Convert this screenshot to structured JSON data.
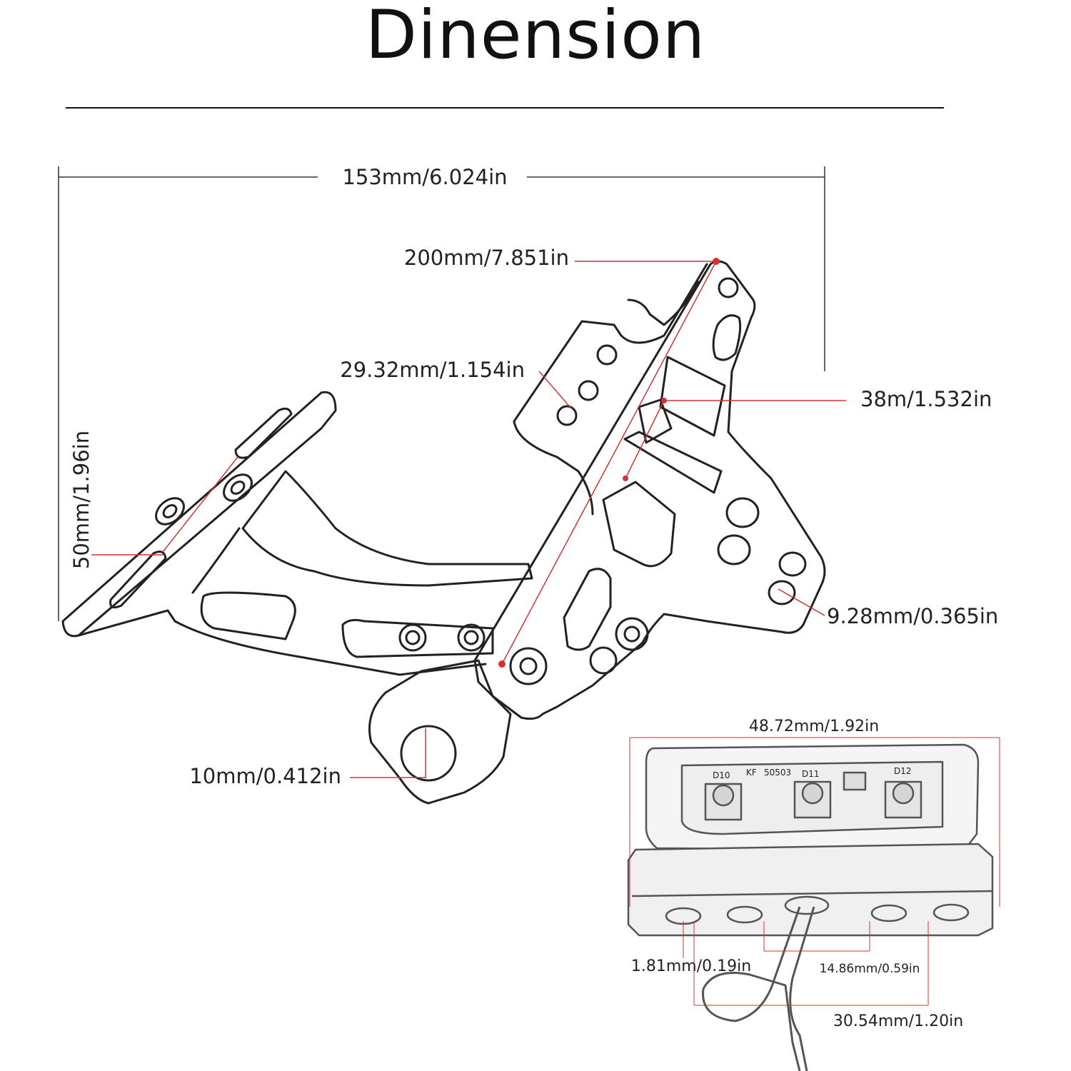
{
  "title": "Dinension",
  "bracket": {
    "width_label": "153mm/6.024in",
    "length_label": "200mm/7.851in",
    "hole_spacing_label": "29.32mm/1.154in",
    "slot_label": "38m/1.532in",
    "plate_height_label": "50mm/1.96in",
    "hole_diameter_label": "9.28mm/0.365in",
    "mount_hole_label": "10mm/0.412in"
  },
  "led_light": {
    "width_label": "48.72mm/1.92in",
    "hole_label": "1.81mm/0.19in",
    "hole_spacing_label": "14.86mm/0.59in",
    "outer_spacing_label": "30.54mm/1.20in",
    "pcb_labels": [
      "D10",
      "KF",
      "50503",
      "D11",
      "D12"
    ]
  },
  "colors": {
    "dimension_line": "#d23232",
    "outline": "#222222"
  }
}
